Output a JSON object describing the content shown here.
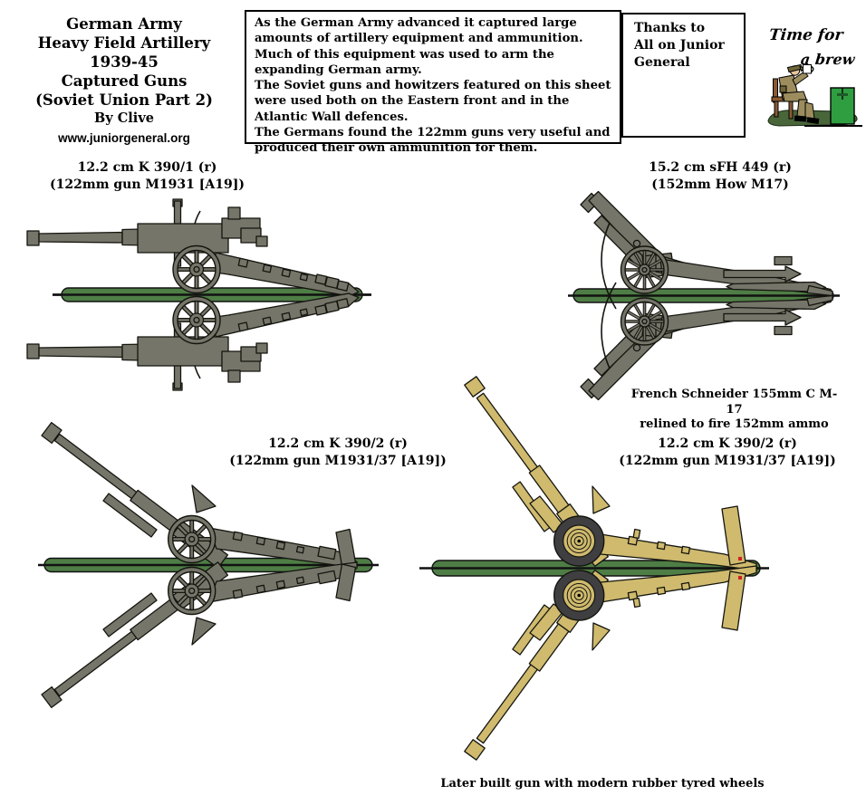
{
  "header": {
    "title": "German Army\nHeavy Field Artillery\n1939-45\nCaptured Guns\n(Soviet Union Part 2)",
    "byline": "By Clive",
    "website": "www.juniorgeneral.org"
  },
  "info_box": {
    "paragraphs": [
      "As the German Army advanced it captured large amounts of artillery equipment and ammunition. Much of this equipment was used to arm the expanding German army.",
      "The Soviet guns and howitzers featured on this sheet were used both on the Eastern front and in the Atlantic Wall defences.",
      "The Germans found the 122mm guns very useful and produced their own ammunition for them."
    ]
  },
  "thanks_box": {
    "text": "Thanks to\nAll on Junior\nGeneral"
  },
  "brew_note": {
    "line1": "Time for",
    "line2": "a brew"
  },
  "guns": [
    {
      "name": "12.2 cm K 390/1 (r)",
      "designation": "(122mm gun M1931 [A19])",
      "wheel_style": "spoked",
      "color": "#75756a"
    },
    {
      "name": "15.2 cm sFH 449 (r)",
      "designation": "(152mm How M17)",
      "caption": "French Schneider 155mm C M-17\nrelined to fire 152mm ammo",
      "wheel_style": "spoked",
      "color": "#75756a"
    },
    {
      "name": "12.2 cm K 390/2 (r)",
      "designation": "(122mm gun M1931/37 [A19])",
      "wheel_style": "spoked",
      "color": "#75756a"
    },
    {
      "name": "12.2 cm K 390/2 (r)",
      "designation": "(122mm gun M1931/37 [A19])",
      "caption": "Later built gun with modern rubber tyred wheels",
      "wheel_style": "rubber tyred",
      "color": "#cfba6e"
    }
  ],
  "colors": {
    "gun_gray": "#75756a",
    "gun_tan": "#cfba6e",
    "tire_dark": "#3f3f41",
    "base_green": "#4e7d45",
    "ground_green": "#49663a",
    "box_green": "#2f9e41",
    "chair_brown": "#8a5a33",
    "uniform_khaki": "#9d8d5e",
    "cap_olive": "#6e6637",
    "skin": "#e8c49a",
    "mug_white": "#ffffff",
    "marker_red": "#cc2222"
  }
}
